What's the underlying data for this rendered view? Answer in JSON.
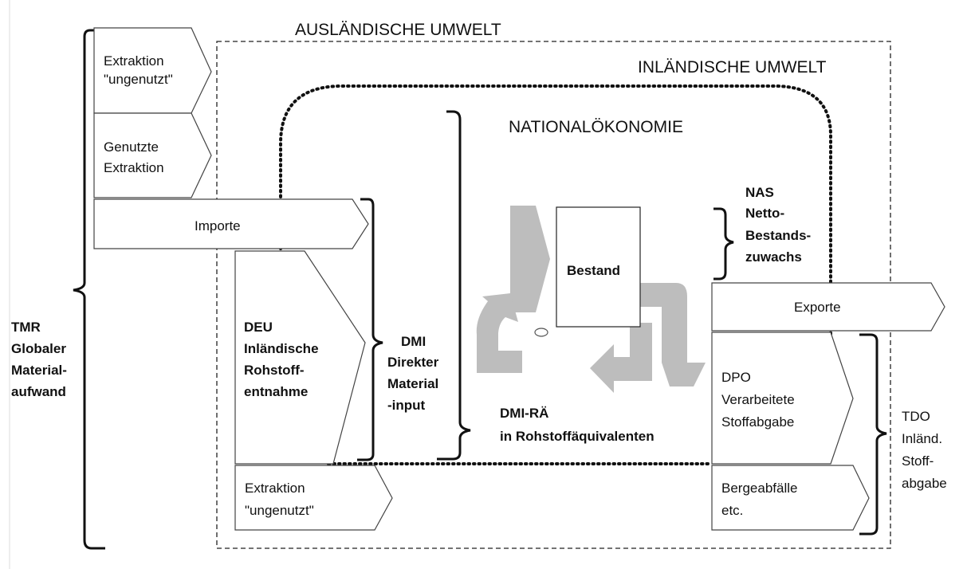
{
  "regions": {
    "foreign_env": "AUSLÄNDISCHE UMWELT",
    "domestic_env": "INLÄNDISCHE UMWELT",
    "national_economy": "NATIONALÖKONOMIE"
  },
  "left_bracket": {
    "lines": [
      "TMR",
      "Globaler",
      "Material-",
      "aufwand"
    ]
  },
  "top_boxes": {
    "unused_extraction": [
      "Extraktion",
      "\"ungenutzt\""
    ],
    "used_extraction": [
      "Genutzte",
      "Extraktion"
    ],
    "imports": "Importe"
  },
  "deu": {
    "lines": [
      "DEU",
      "Inländische",
      "Rohstoff-",
      "entnahme"
    ]
  },
  "bottom_unused": [
    "Extraktion",
    "\"ungenutzt\""
  ],
  "dmi": {
    "lines": [
      "DMI",
      "Direkter",
      "Material",
      "-input"
    ]
  },
  "dmi_rae": {
    "lines": [
      "DMI-RÄ",
      "in Rohstoffäquivalenten"
    ]
  },
  "stock": "Bestand",
  "nas": {
    "lines": [
      "NAS",
      "Netto-",
      "Bestands-",
      "zuwachs"
    ]
  },
  "exports": "Exporte",
  "dpo": {
    "lines": [
      "DPO",
      "Verarbeitete",
      "Stoffabgabe"
    ]
  },
  "mining_waste": [
    "Bergeabfälle",
    "etc."
  ],
  "tdo": {
    "lines": [
      "TDO",
      "Inländ.",
      "Stoff-",
      "abgabe"
    ]
  },
  "colors": {
    "flow_gray": "#bdbdbd",
    "line": "#111111",
    "background": "#ffffff"
  }
}
